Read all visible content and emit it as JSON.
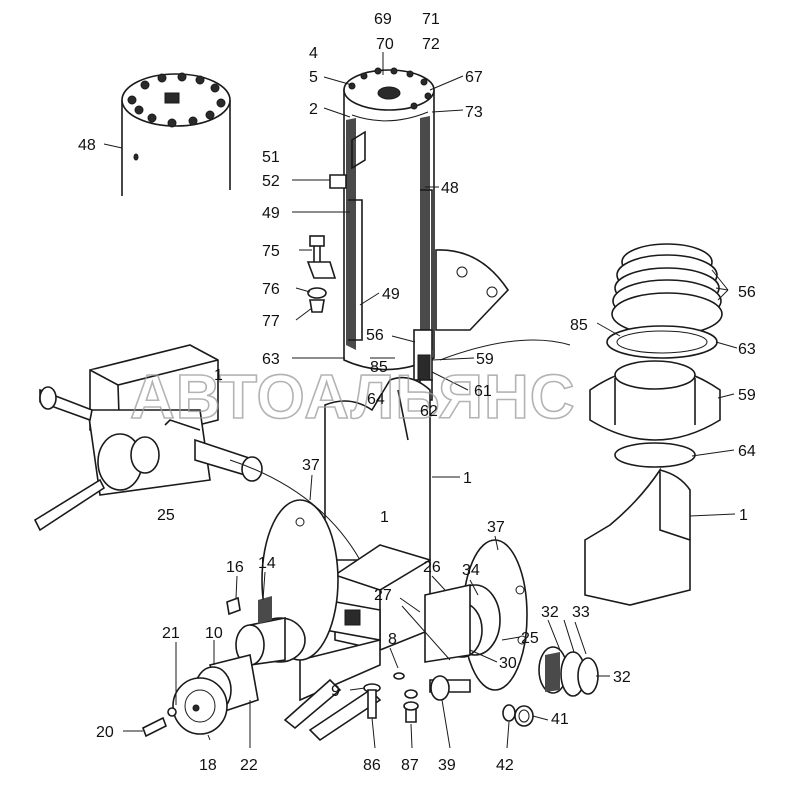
{
  "watermark": "АВТОАЛЬЯНС",
  "callouts": [
    {
      "id": "c69",
      "text": "69"
    },
    {
      "id": "c71",
      "text": "71"
    },
    {
      "id": "c70",
      "text": "70"
    },
    {
      "id": "c72",
      "text": "72"
    },
    {
      "id": "c4",
      "text": "4"
    },
    {
      "id": "c5",
      "text": "5"
    },
    {
      "id": "c67",
      "text": "67"
    },
    {
      "id": "c2",
      "text": "2"
    },
    {
      "id": "c73",
      "text": "73"
    },
    {
      "id": "c48a",
      "text": "48"
    },
    {
      "id": "c51",
      "text": "51"
    },
    {
      "id": "c52",
      "text": "52"
    },
    {
      "id": "c48b",
      "text": "48"
    },
    {
      "id": "c49a",
      "text": "49"
    },
    {
      "id": "c75",
      "text": "75"
    },
    {
      "id": "c76",
      "text": "76"
    },
    {
      "id": "c49b",
      "text": "49"
    },
    {
      "id": "c77",
      "text": "77"
    },
    {
      "id": "c56a",
      "text": "56"
    },
    {
      "id": "c56b",
      "text": "56"
    },
    {
      "id": "c85a",
      "text": "85"
    },
    {
      "id": "c63a",
      "text": "63"
    },
    {
      "id": "c85b",
      "text": "85"
    },
    {
      "id": "c59a",
      "text": "59"
    },
    {
      "id": "c63b",
      "text": "63"
    },
    {
      "id": "c1a",
      "text": "1"
    },
    {
      "id": "c64a",
      "text": "64"
    },
    {
      "id": "c61",
      "text": "61"
    },
    {
      "id": "c62",
      "text": "62"
    },
    {
      "id": "c59b",
      "text": "59"
    },
    {
      "id": "c64b",
      "text": "64"
    },
    {
      "id": "c1b",
      "text": "1"
    },
    {
      "id": "c37a",
      "text": "37"
    },
    {
      "id": "c1c",
      "text": "1"
    },
    {
      "id": "c25a",
      "text": "25"
    },
    {
      "id": "c1d",
      "text": "1"
    },
    {
      "id": "c37b",
      "text": "37"
    },
    {
      "id": "c16",
      "text": "16"
    },
    {
      "id": "c14",
      "text": "14"
    },
    {
      "id": "c26",
      "text": "26"
    },
    {
      "id": "c34",
      "text": "34"
    },
    {
      "id": "c27",
      "text": "27"
    },
    {
      "id": "c32a",
      "text": "32"
    },
    {
      "id": "c33",
      "text": "33"
    },
    {
      "id": "c21",
      "text": "21"
    },
    {
      "id": "c10",
      "text": "10"
    },
    {
      "id": "c8",
      "text": "8"
    },
    {
      "id": "c25b",
      "text": "25"
    },
    {
      "id": "c30",
      "text": "30"
    },
    {
      "id": "c32b",
      "text": "32"
    },
    {
      "id": "c9",
      "text": "9"
    },
    {
      "id": "c41",
      "text": "41"
    },
    {
      "id": "c20",
      "text": "20"
    },
    {
      "id": "c18",
      "text": "18"
    },
    {
      "id": "c22",
      "text": "22"
    },
    {
      "id": "c86",
      "text": "86"
    },
    {
      "id": "c87",
      "text": "87"
    },
    {
      "id": "c39",
      "text": "39"
    },
    {
      "id": "c42",
      "text": "42"
    }
  ]
}
